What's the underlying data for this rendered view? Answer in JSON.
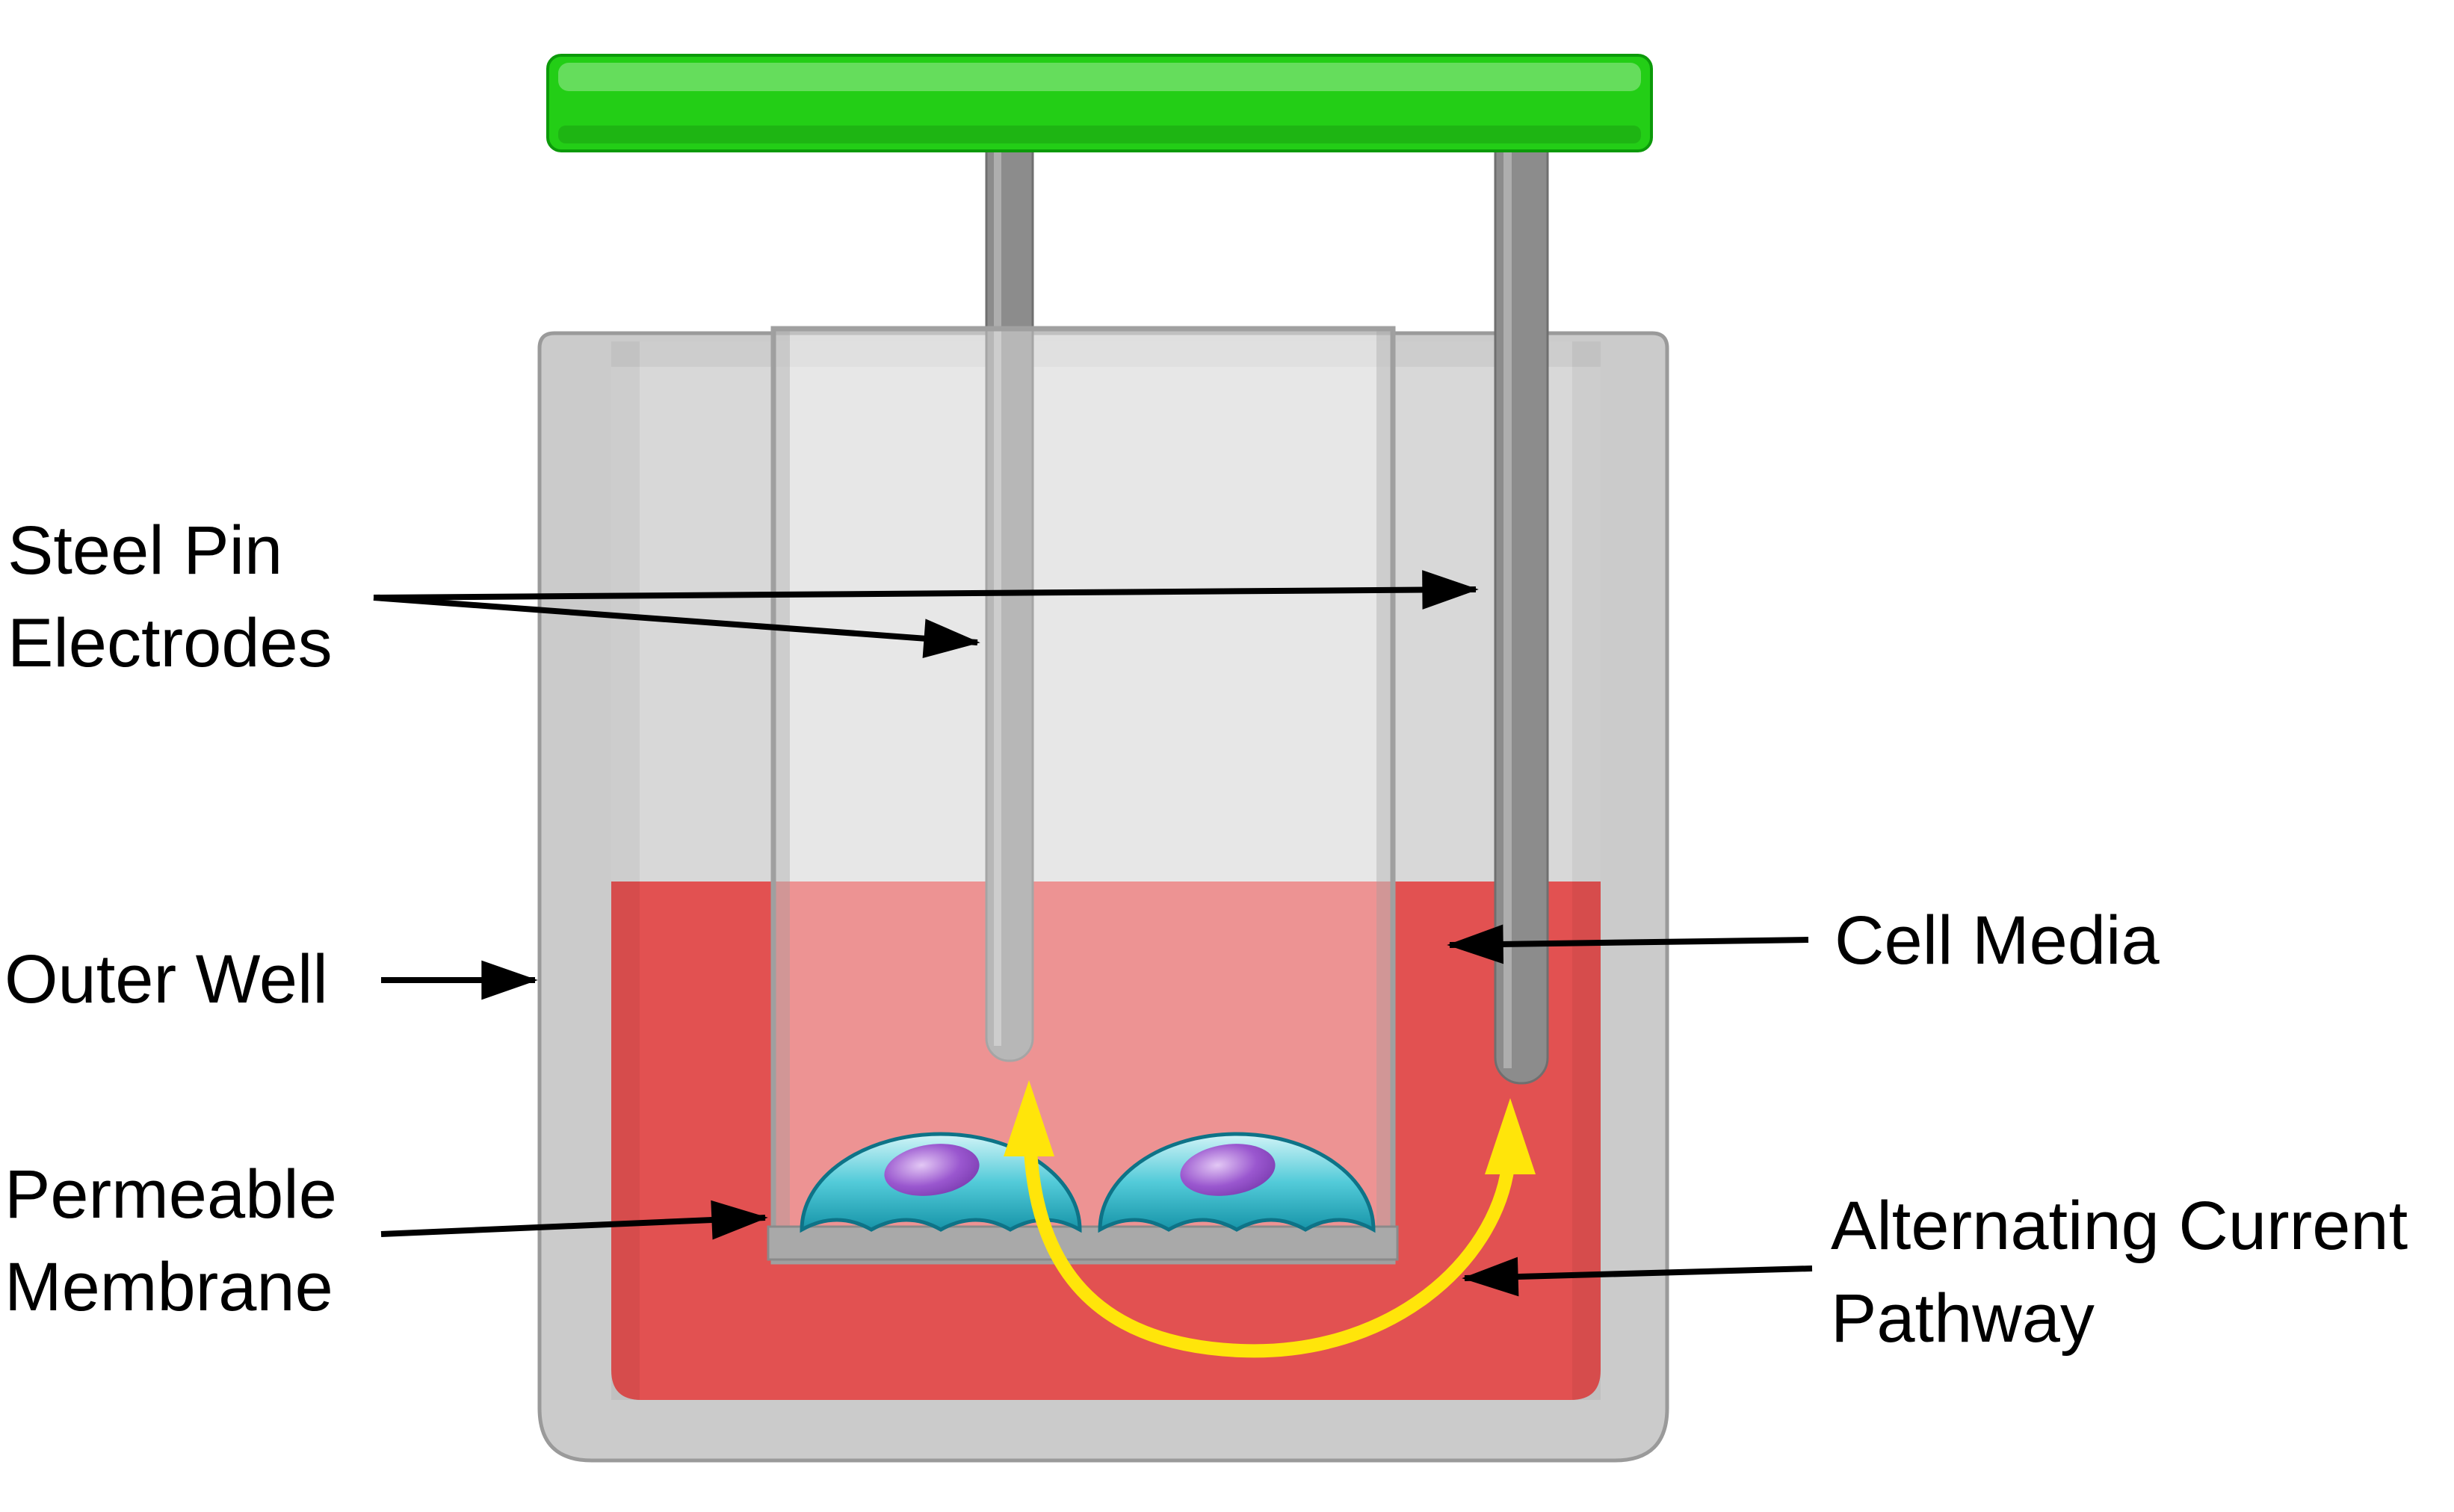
{
  "diagram": {
    "labels": {
      "steel_pin": {
        "line1": "Steel Pin",
        "line2": "Electrodes"
      },
      "outer_well": "Outer Well",
      "permeable_membrane": {
        "line1": "Permeable",
        "line2": "Membrane"
      },
      "cell_media": "Cell Media",
      "ac_pathway": {
        "line1": "Alternating Current",
        "line2": "Pathway"
      }
    },
    "colors": {
      "cap_green": "#23CE16",
      "cap_green_edge": "#0C9A0A",
      "electrode_gray": "#8C8C8C",
      "electrode_edge": "#6F6F6F",
      "well_wall_gray": "#CBCBCB",
      "well_edge_gray": "#9A9A9A",
      "well_air_gray": "#D8D8D8",
      "media_red": "#E25151",
      "insert_glass_edge": "#A0A0A0",
      "membrane_gray": "#A9A9A9",
      "membrane_edge": "#8A8A8A",
      "cell_teal_light": "#D2F4F7",
      "cell_teal": "#53CBD9",
      "cell_teal_deep": "#1795A9",
      "cell_outline": "#0E7387",
      "nucleus_light": "#E3C8F5",
      "nucleus_purple": "#9A57CF",
      "nucleus_deep": "#7637AB",
      "current_yellow": "#FFE50A",
      "label_black": "#000000"
    }
  }
}
